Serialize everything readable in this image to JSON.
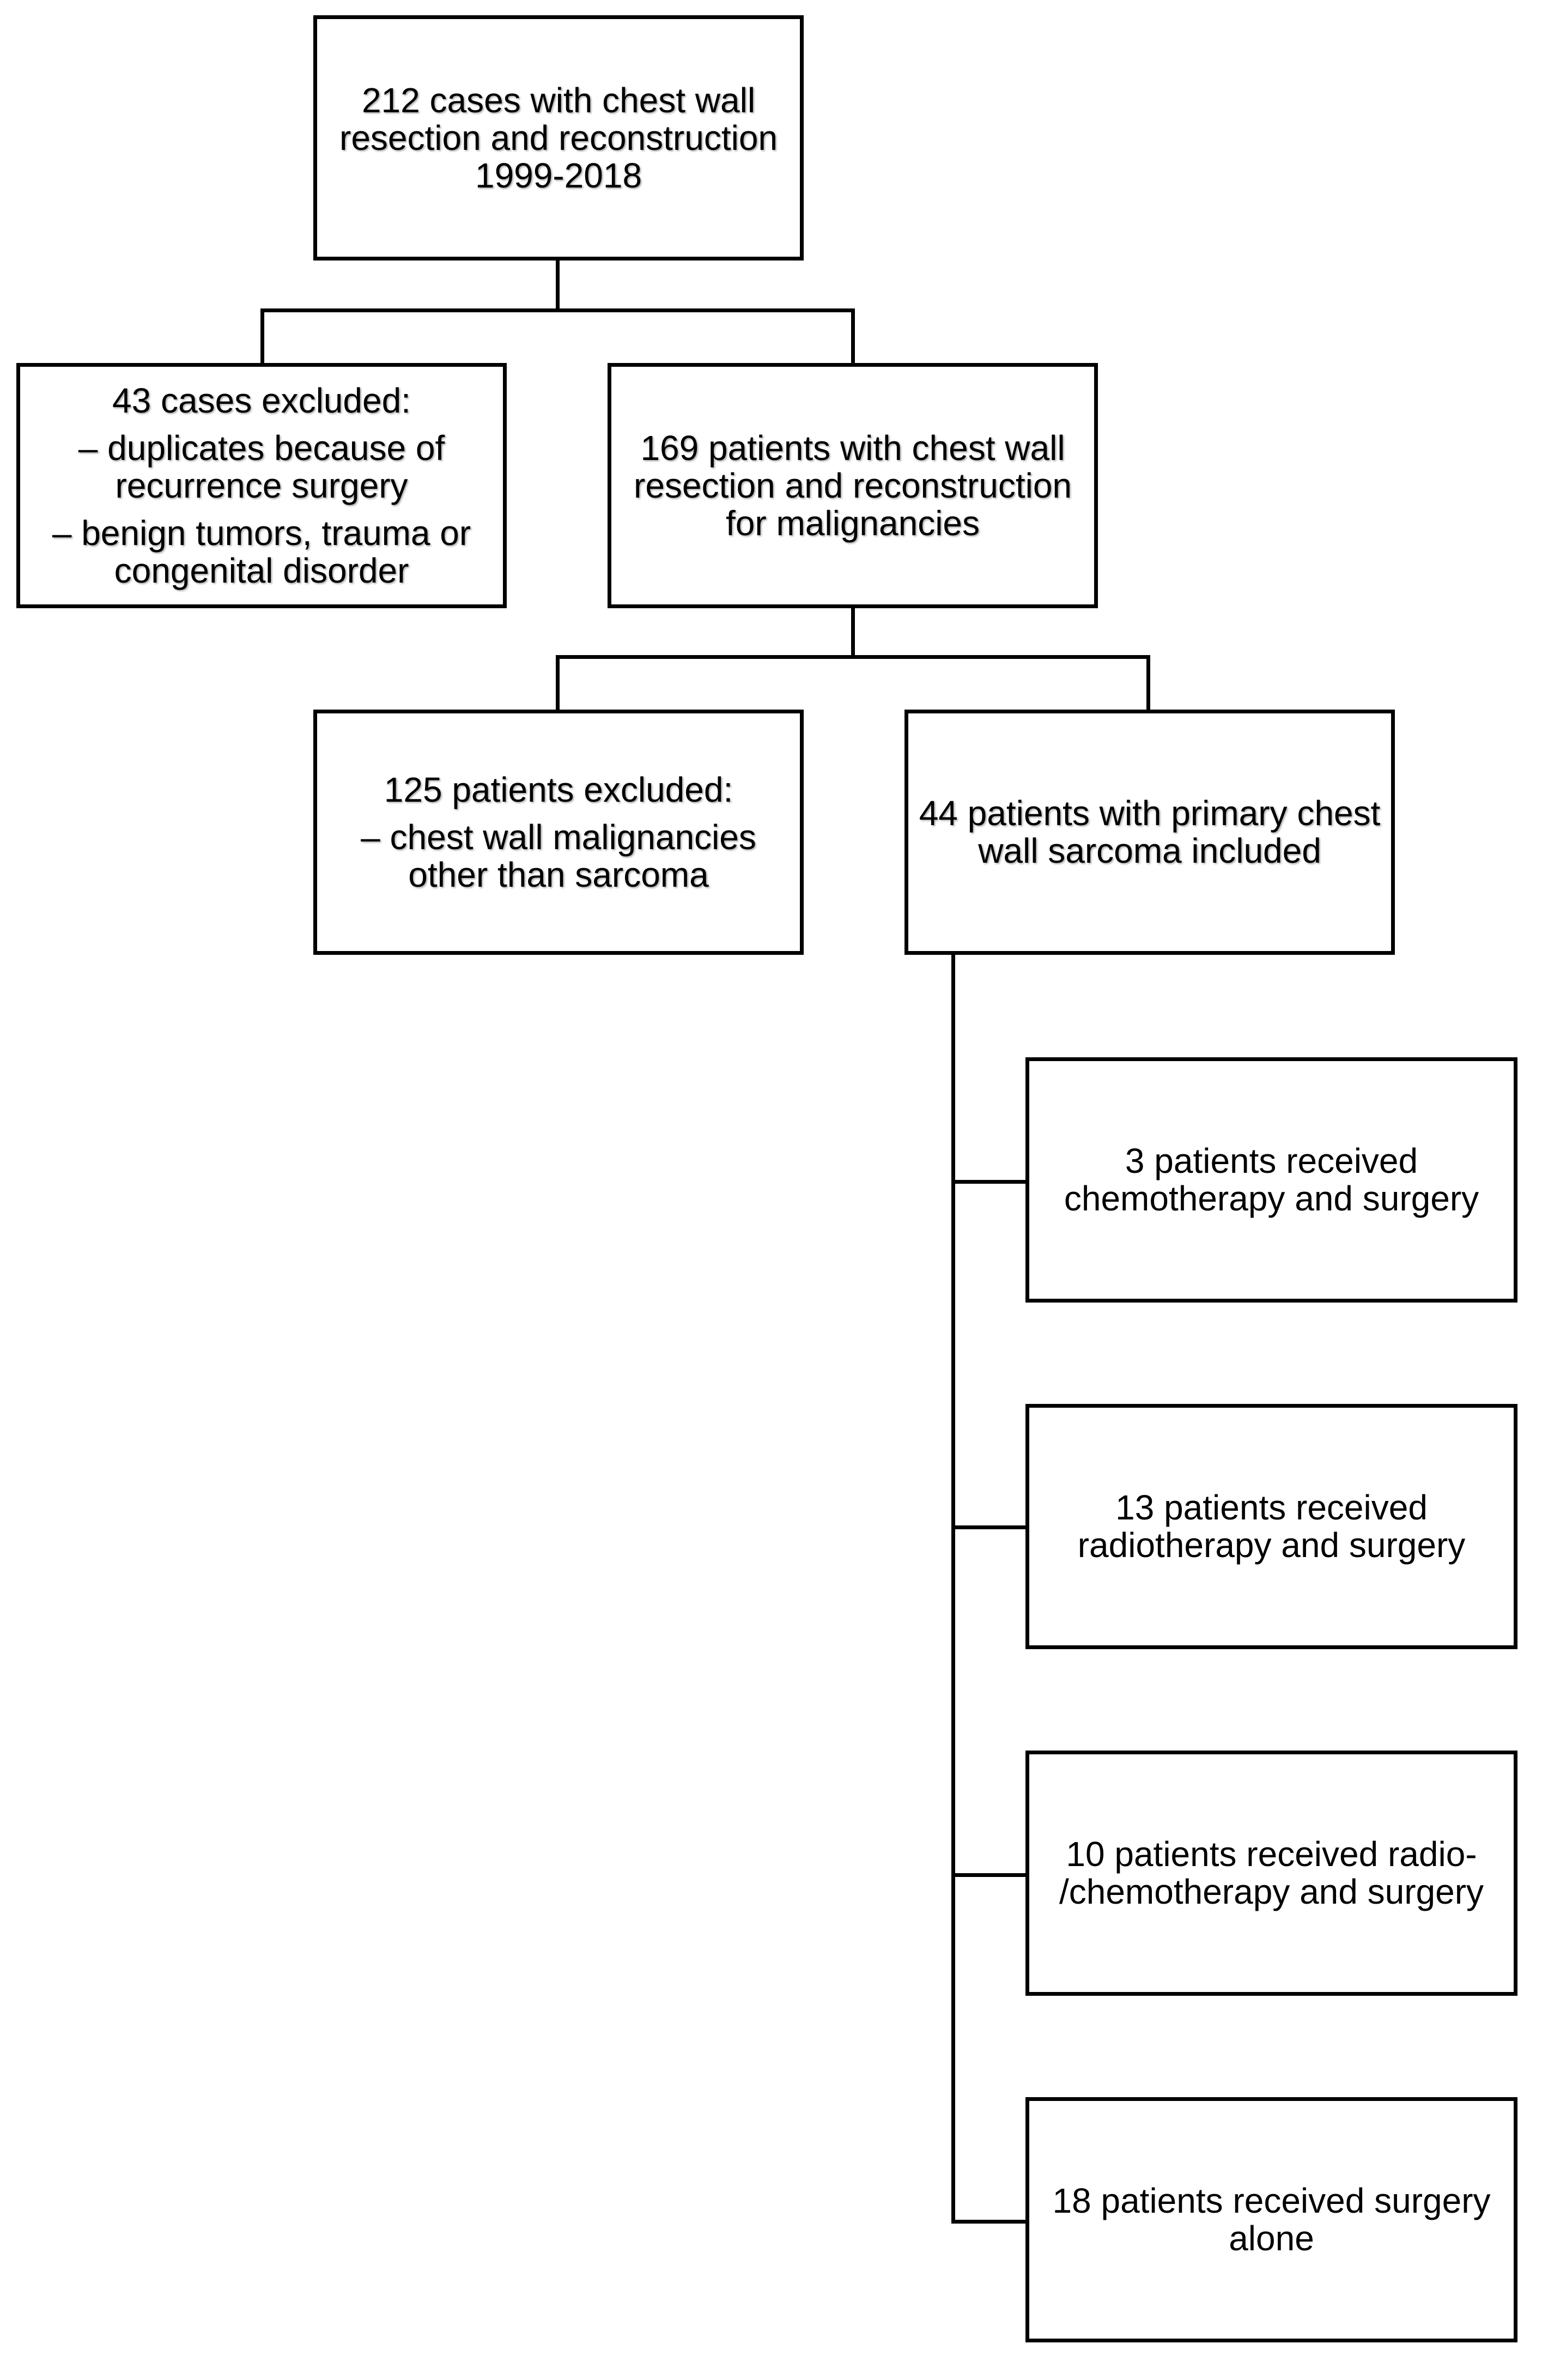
{
  "diagram": {
    "nodes": {
      "all_cases": {
        "lines": [
          "212 cases with chest wall",
          "resection and reconstruction",
          "1999-2018"
        ]
      },
      "excluded_first": {
        "heading": "43 cases excluded:",
        "items": [
          [
            "– duplicates because of",
            "recurrence surgery"
          ],
          [
            "– benign tumors, trauma or",
            "congenital disorder"
          ]
        ]
      },
      "malignancies": {
        "lines": [
          "169 patients with chest wall",
          "resection and reconstruction",
          "for malignancies"
        ]
      },
      "excluded_second": {
        "heading": "125 patients excluded:",
        "items": [
          [
            "– chest wall malignancies",
            "other than sarcoma"
          ]
        ]
      },
      "included": {
        "lines": [
          "44 patients with primary chest",
          "wall sarcoma included"
        ]
      },
      "chemo_surgery": {
        "lines": [
          "3 patients received",
          "chemotherapy and surgery"
        ]
      },
      "radio_surgery": {
        "lines": [
          "13 patients received",
          "radiotherapy and surgery"
        ]
      },
      "radiochemo_surgery": {
        "lines": [
          "10 patients received radio-",
          "/chemotherapy and surgery"
        ]
      },
      "surgery_alone": {
        "lines": [
          "18 patients received surgery",
          "alone"
        ]
      }
    },
    "edges": [
      {
        "from": "all_cases",
        "to": "excluded_first"
      },
      {
        "from": "all_cases",
        "to": "malignancies"
      },
      {
        "from": "malignancies",
        "to": "excluded_second"
      },
      {
        "from": "malignancies",
        "to": "included"
      },
      {
        "from": "included",
        "to": "chemo_surgery"
      },
      {
        "from": "included",
        "to": "radio_surgery"
      },
      {
        "from": "included",
        "to": "radiochemo_surgery"
      },
      {
        "from": "included",
        "to": "surgery_alone"
      }
    ]
  }
}
